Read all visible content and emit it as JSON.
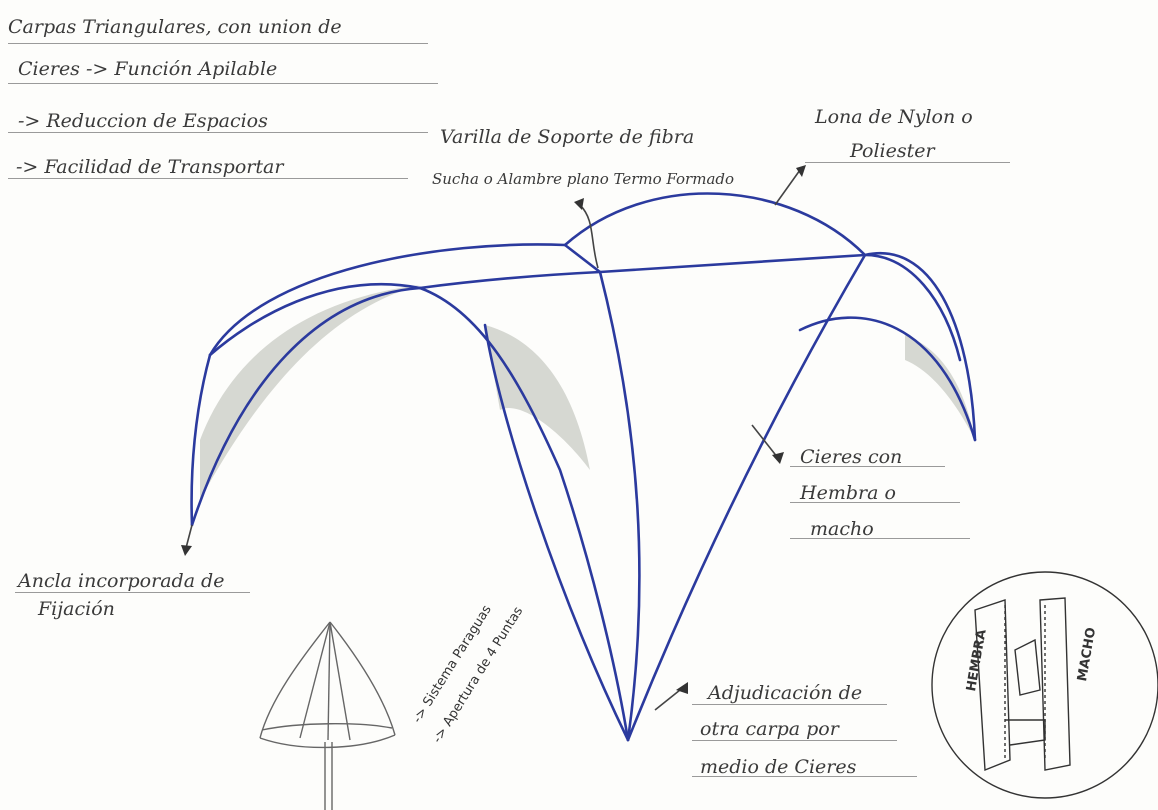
{
  "notes": {
    "line1": "Carpas Triangulares, con union de",
    "line2": "Cieres -> Función Apilable",
    "line3": "-> Reduccion de Espacios",
    "line4": "-> Facilidad de Transportar",
    "varilla1": "Varilla de Soporte de fibra",
    "varilla2": "Sucha o Alambre plano Termo Formado",
    "lona1": "Lona de Nylon o",
    "lona2": "Poliester",
    "cieres1": "Cieres con",
    "cieres2": "Hembra o",
    "cieres3": "macho",
    "ancla1": "Ancla incorporada de",
    "ancla2": "Fijación",
    "adj1": "Adjudicación de",
    "adj2": "otra carpa por",
    "adj3": "medio de Cieres",
    "sistema1": "-> Sistema Paraguas",
    "sistema2": "-> Apertura de 4 Puntas",
    "hembra": "HEMBRA",
    "macho": "MACHO"
  },
  "colors": {
    "ink": "#2b3a9e",
    "pencil": "#555555",
    "shade": "#b9bdb6"
  }
}
